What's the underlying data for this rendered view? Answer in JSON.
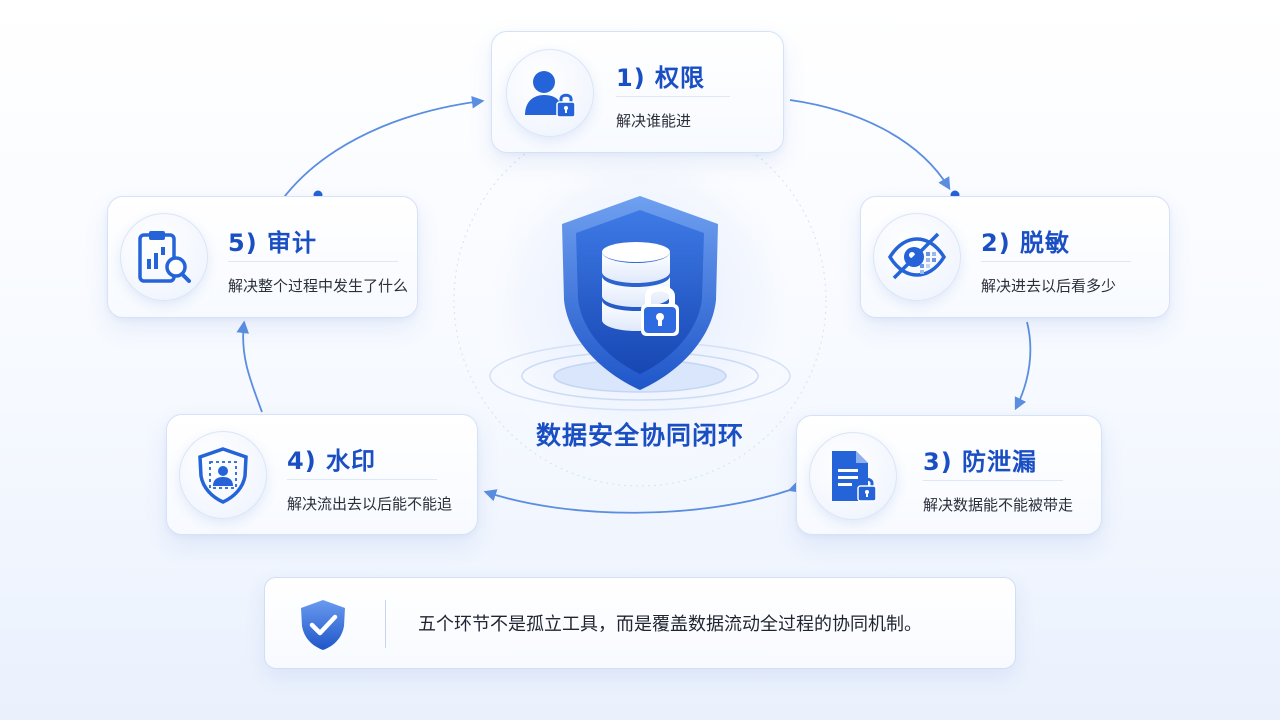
{
  "center": {
    "label": "数据安全协同闭环",
    "icon": "shield-database-lock-icon"
  },
  "steps": [
    {
      "title": "1) 权限",
      "desc": "解决谁能进",
      "icon": "user-lock-icon"
    },
    {
      "title": "2) 脱敏",
      "desc": "解决进去以后看多少",
      "icon": "eye-mask-icon"
    },
    {
      "title": "3) 防泄漏",
      "desc": "解决数据能不能被带走",
      "icon": "document-lock-icon"
    },
    {
      "title": "4) 水印",
      "desc": "解决流出去以后能不能追",
      "icon": "shield-user-icon"
    },
    {
      "title": "5) 审计",
      "desc": "解决整个过程中发生了什么",
      "icon": "clipboard-search-icon"
    }
  ],
  "note": {
    "text": "五个环节不是孤立工具，而是覆盖数据流动全过程的协同机制。",
    "icon": "shield-check-icon"
  },
  "colors": {
    "accent": "#1a4fc4",
    "icon_blue": "#2563d8",
    "link": "#5b8ee0"
  }
}
